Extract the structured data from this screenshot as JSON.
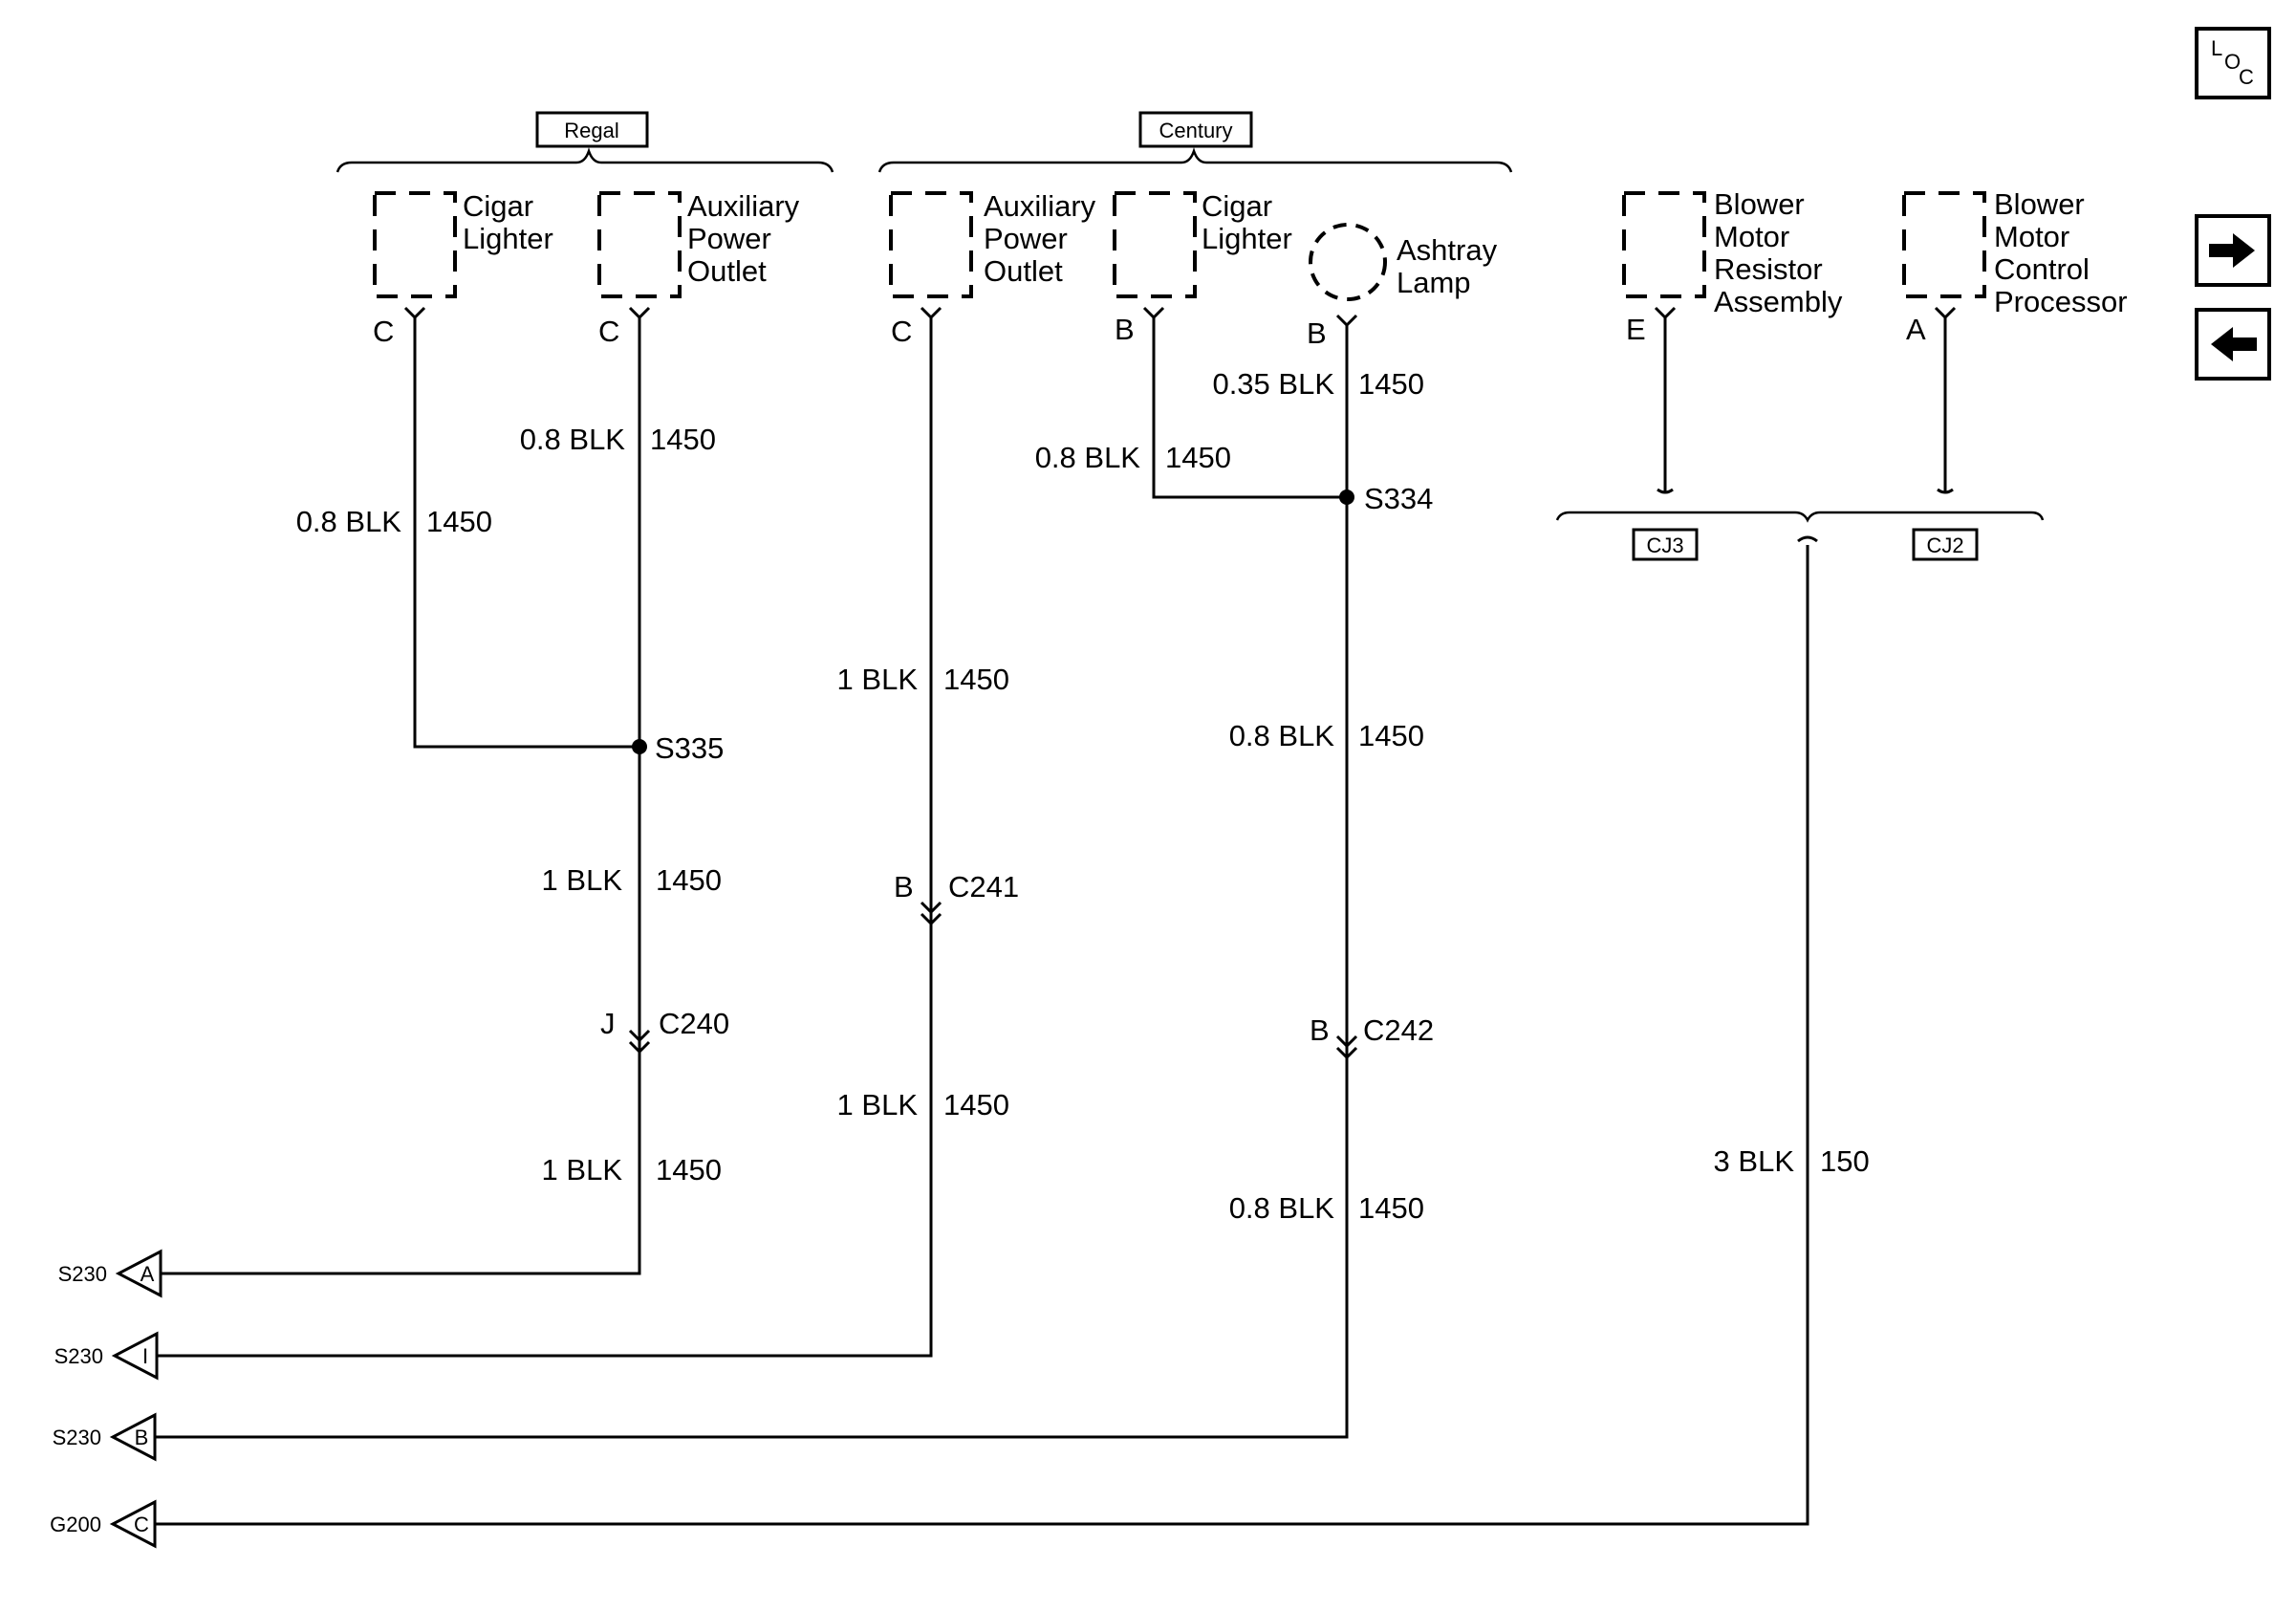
{
  "groups": {
    "regal": "Regal",
    "century": "Century",
    "cj3": "CJ3",
    "cj2": "CJ2"
  },
  "components": {
    "regal_cigar": [
      "Cigar",
      "Lighter"
    ],
    "regal_aux": [
      "Auxiliary",
      "Power",
      "Outlet"
    ],
    "century_aux": [
      "Auxiliary",
      "Power",
      "Outlet"
    ],
    "century_cigar": [
      "Cigar",
      "Lighter"
    ],
    "ashtray_lamp": [
      "Ashtray",
      "Lamp"
    ],
    "blower_resistor": [
      "Blower",
      "Motor",
      "Resistor",
      "Assembly"
    ],
    "blower_processor": [
      "Blower",
      "Motor",
      "Control",
      "Processor"
    ]
  },
  "pins": {
    "regal_cigar": "C",
    "regal_aux": "C",
    "century_aux": "C",
    "century_cigar": "B",
    "ashtray_lamp": "B",
    "blower_resistor": "E",
    "blower_processor": "A",
    "c240": "J",
    "c241": "B",
    "c242": "B"
  },
  "wires": {
    "regal_cigar": {
      "gauge": "0.8 BLK",
      "circuit": "1450"
    },
    "regal_aux": {
      "gauge": "0.8 BLK",
      "circuit": "1450"
    },
    "s335_c240": {
      "gauge": "1 BLK",
      "circuit": "1450"
    },
    "c240_s230": {
      "gauge": "1 BLK",
      "circuit": "1450"
    },
    "century_aux": {
      "gauge": "1 BLK",
      "circuit": "1450"
    },
    "c241_s230": {
      "gauge": "1 BLK",
      "circuit": "1450"
    },
    "ashtray_lamp": {
      "gauge": "0.35 BLK",
      "circuit": "1450"
    },
    "century_cigar": {
      "gauge": "0.8 BLK",
      "circuit": "1450"
    },
    "s334_c242": {
      "gauge": "0.8 BLK",
      "circuit": "1450"
    },
    "c242_s230": {
      "gauge": "0.8 BLK",
      "circuit": "1450"
    },
    "blower_ground": {
      "gauge": "3 BLK",
      "circuit": "150"
    }
  },
  "splices": {
    "s335": "S335",
    "s334": "S334"
  },
  "connectors": {
    "c240": "C240",
    "c241": "C241",
    "c242": "C242"
  },
  "grounds": [
    {
      "name": "S230",
      "pin": "A"
    },
    {
      "name": "S230",
      "pin": "I"
    },
    {
      "name": "S230",
      "pin": "B"
    },
    {
      "name": "G200",
      "pin": "C"
    }
  ],
  "nav": {
    "loc": [
      "L",
      "O",
      "C"
    ],
    "next_icon": "arrow-right",
    "prev_icon": "arrow-left"
  }
}
